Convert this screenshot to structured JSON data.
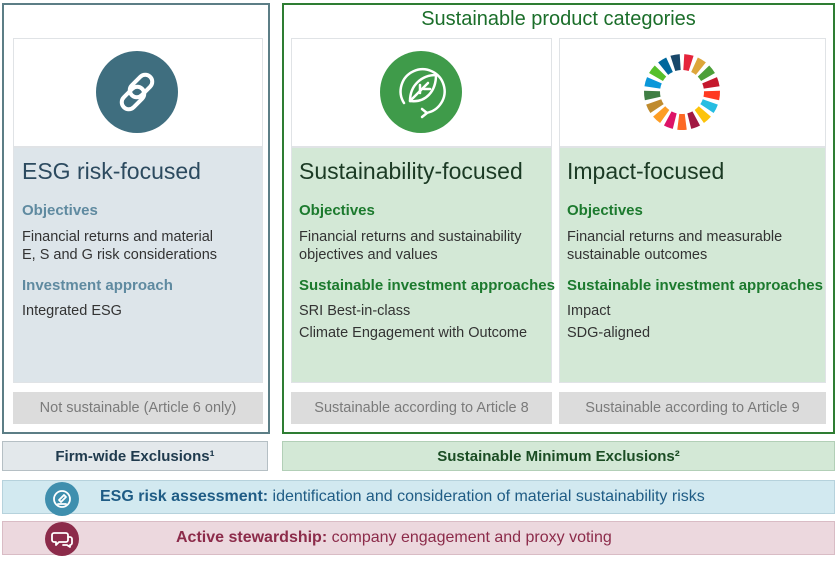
{
  "group_title": "Sustainable product categories",
  "columns": [
    {
      "title": "ESG risk-focused",
      "objectives_heading": "Objectives",
      "objectives_text": [
        "Financial returns and material",
        "E, S and G risk considerations"
      ],
      "approach_heading": "Investment approach",
      "approaches": [
        "Integrated ESG"
      ],
      "footer": "Not sustainable (Article 6 only)",
      "icon": "link-icon",
      "icon_color": "#3f6e7f"
    },
    {
      "title": "Sustainability-focused",
      "objectives_heading": "Objectives",
      "objectives_text": [
        "Financial returns and sustainability",
        "objectives and values"
      ],
      "approach_heading": "Sustainable investment approaches",
      "approaches": [
        "SRI Best-in-class",
        "Climate Engagement with Outcome"
      ],
      "footer": "Sustainable according to Article 8",
      "icon": "leaf-cycle-icon",
      "icon_color": "#3f9b4a"
    },
    {
      "title": "Impact-focused",
      "objectives_heading": "Objectives",
      "objectives_text": [
        "Financial returns and measurable",
        "sustainable outcomes"
      ],
      "approach_heading": "Sustainable investment approaches",
      "approaches": [
        "Impact",
        "SDG-aligned"
      ],
      "footer": "Sustainable according to Article 9",
      "icon": "sdg-wheel-icon"
    }
  ],
  "exclusion_bars": {
    "firm_wide": "Firm-wide Exclusions¹",
    "sustainable_minimum": "Sustainable Minimum Exclusions²"
  },
  "risk_bar": {
    "bold": "ESG risk assessment:",
    "text": " identification and consideration of material sustainability risks",
    "color": "#1f5c85",
    "icon": "risk-assessment-icon",
    "icon_color": "#3f8fae"
  },
  "stewardship_bar": {
    "bold": "Active stewardship:",
    "text": " company engagement and proxy voting",
    "color": "#8c2b4a",
    "icon": "speech-bubbles-icon",
    "icon_color": "#8c2b4a"
  },
  "colors": {
    "grey_frame": "#5c7e86",
    "green_frame": "#2e7d32",
    "grey_body": "#dde5ea",
    "green_body": "#d3e8d6"
  }
}
